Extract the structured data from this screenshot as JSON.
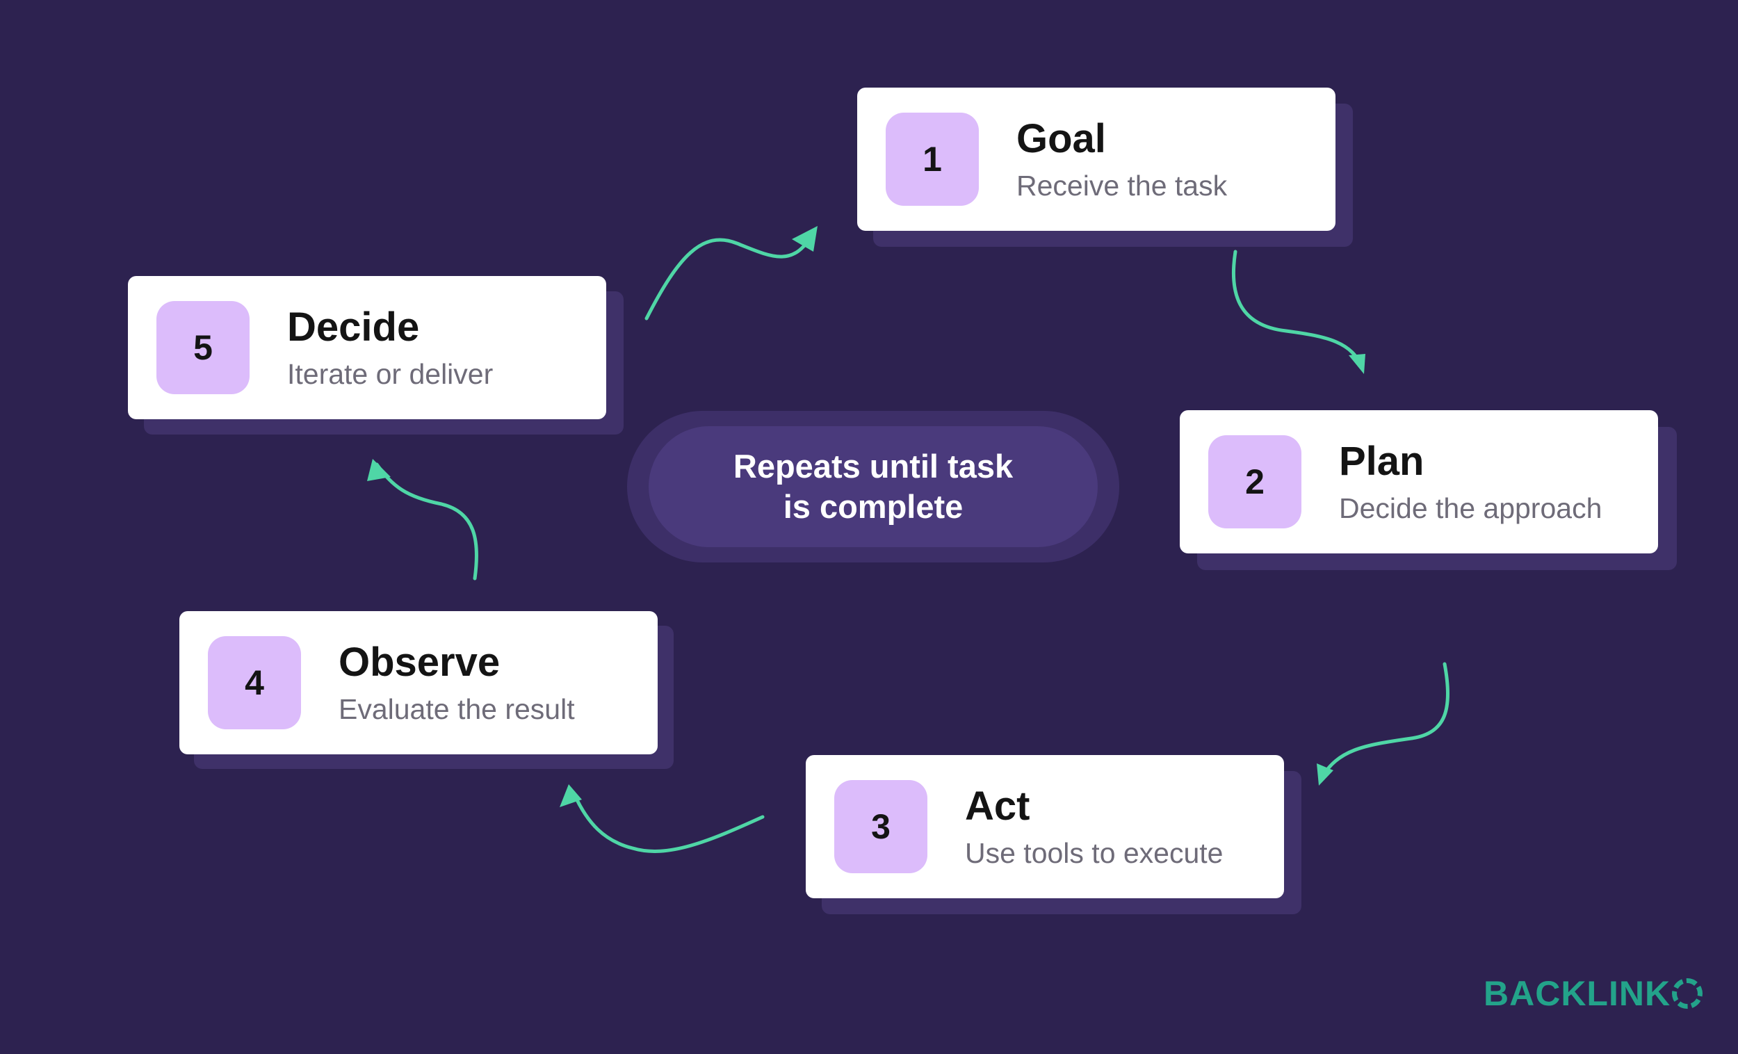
{
  "steps": [
    {
      "number": "1",
      "title": "Goal",
      "description": "Receive the task"
    },
    {
      "number": "2",
      "title": "Plan",
      "description": "Decide the approach"
    },
    {
      "number": "3",
      "title": "Act",
      "description": "Use tools to execute"
    },
    {
      "number": "4",
      "title": "Observe",
      "description": "Evaluate the result"
    },
    {
      "number": "5",
      "title": "Decide",
      "description": "Iterate or deliver"
    }
  ],
  "center": {
    "line1": "Repeats until task",
    "line2": "is complete"
  },
  "brand": {
    "name": "BACKLINK",
    "accent_color": "#23a38a"
  },
  "colors": {
    "background": "#2d2250",
    "card": "#ffffff",
    "badge": "#dcbcfb",
    "arrow": "#4fd6a6"
  }
}
